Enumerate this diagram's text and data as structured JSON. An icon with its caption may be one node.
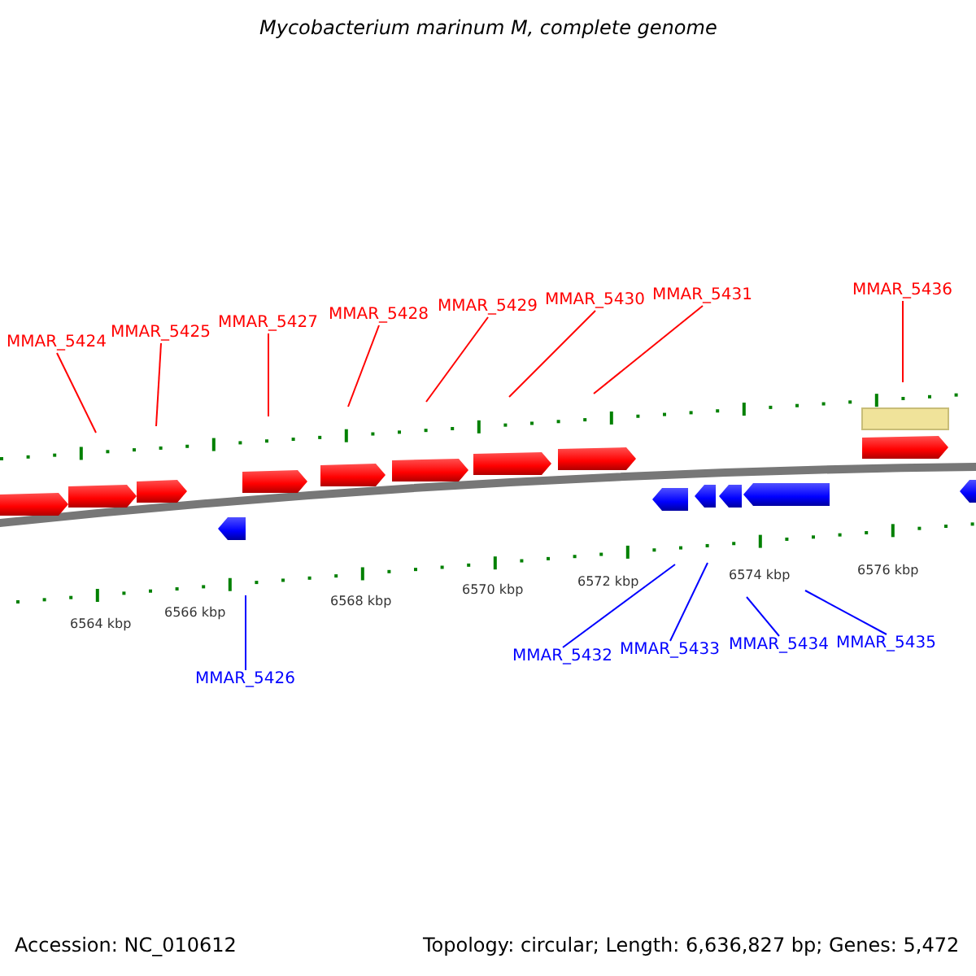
{
  "diagram": {
    "title": "Mycobacterium marinum M, complete genome",
    "nodes": [
      {
        "text": [
          "MMAR_5424"
        ]
      },
      {
        "text": [
          "MMAR_5425"
        ]
      },
      {
        "text": [
          "MMAR_5427"
        ]
      },
      {
        "text": [
          "MMAR_5428"
        ]
      },
      {
        "text": [
          "MMAR_5429"
        ]
      },
      {
        "text": [
          "MMAR_5430"
        ]
      },
      {
        "text": [
          "MMAR_5431"
        ]
      },
      {
        "text": [
          "MMAR_5436"
        ]
      },
      {
        "text": [
          "MMAR_5426"
        ]
      },
      {
        "text": [
          "MMAR_5432"
        ]
      },
      {
        "text": [
          "MMAR_5433"
        ]
      },
      {
        "text": [
          "MMAR_5434"
        ]
      },
      {
        "text": [
          "MMAR_5435"
        ]
      }
    ],
    "edges": [
      {
        "from": 0,
        "to": null,
        "arrow": "none"
      },
      {
        "from": 1,
        "to": null,
        "arrow": "none"
      },
      {
        "from": 2,
        "to": null,
        "arrow": "none"
      },
      {
        "from": 3,
        "to": null,
        "arrow": "none"
      },
      {
        "from": 4,
        "to": null,
        "arrow": "none"
      },
      {
        "from": 5,
        "to": null,
        "arrow": "none"
      },
      {
        "from": 6,
        "to": null,
        "arrow": "none"
      },
      {
        "from": 7,
        "to": null,
        "arrow": "none"
      },
      {
        "from": 8,
        "to": null,
        "arrow": "none",
        "color": "#0000ff"
      },
      {
        "from": 9,
        "to": null,
        "arrow": "none",
        "color": "#0000ff"
      },
      {
        "from": 10,
        "to": null,
        "arrow": "none",
        "color": "#0000ff"
      },
      {
        "from": 11,
        "to": null,
        "arrow": "none",
        "color": "#0000ff"
      },
      {
        "from": 12,
        "to": null,
        "arrow": "none",
        "color": "#0000ff"
      }
    ],
    "labels": [
      "6564 kbp",
      "6566 kbp",
      "6568 kbp",
      "6570 kbp",
      "6572 kbp",
      "6574 kbp",
      "6576 kbp",
      "Accession: NC_010612",
      "Topology: circular; Length: 6,636,827 bp; Genes: 5,472"
    ]
  }
}
